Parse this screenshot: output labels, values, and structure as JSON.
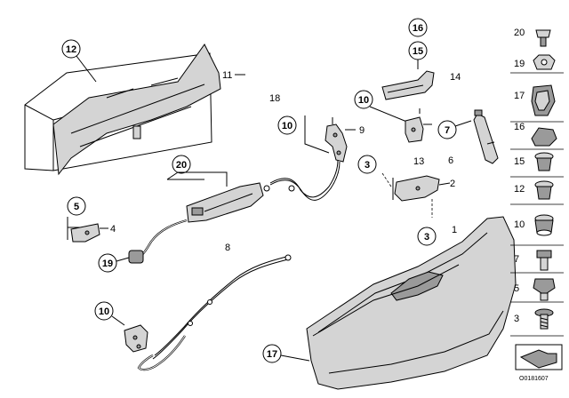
{
  "callouts": {
    "c12": "12",
    "c11": "11",
    "c18": "18",
    "c10a": "10",
    "c9": "9",
    "c16a": "16",
    "c15a": "15",
    "c14": "14",
    "c10b": "10",
    "c7a": "7",
    "c6": "6",
    "c13": "13",
    "c3a": "3",
    "c2": "2",
    "c20a": "20",
    "c5a": "5",
    "c4": "4",
    "c8": "8",
    "c19a": "19",
    "c1": "1",
    "c3b": "3",
    "c10c": "10",
    "c17a": "17"
  },
  "legend": [
    {
      "num": "20",
      "icon": "plug-clip-icon"
    },
    {
      "num": "19",
      "icon": "grommet-icon"
    },
    {
      "num": "17",
      "icon": "cover-cap-icon"
    },
    {
      "num": "16",
      "icon": "cap-icon"
    },
    {
      "num": "15",
      "icon": "expanding-nut-icon"
    },
    {
      "num": "12",
      "icon": "expanding-nut-icon"
    },
    {
      "num": "10",
      "icon": "hex-nut-icon"
    },
    {
      "num": "7",
      "icon": "bolt-icon"
    },
    {
      "num": "5",
      "icon": "hex-bolt-icon"
    },
    {
      "num": "3",
      "icon": "screw-icon"
    }
  ],
  "diagram_code": "O0181607"
}
